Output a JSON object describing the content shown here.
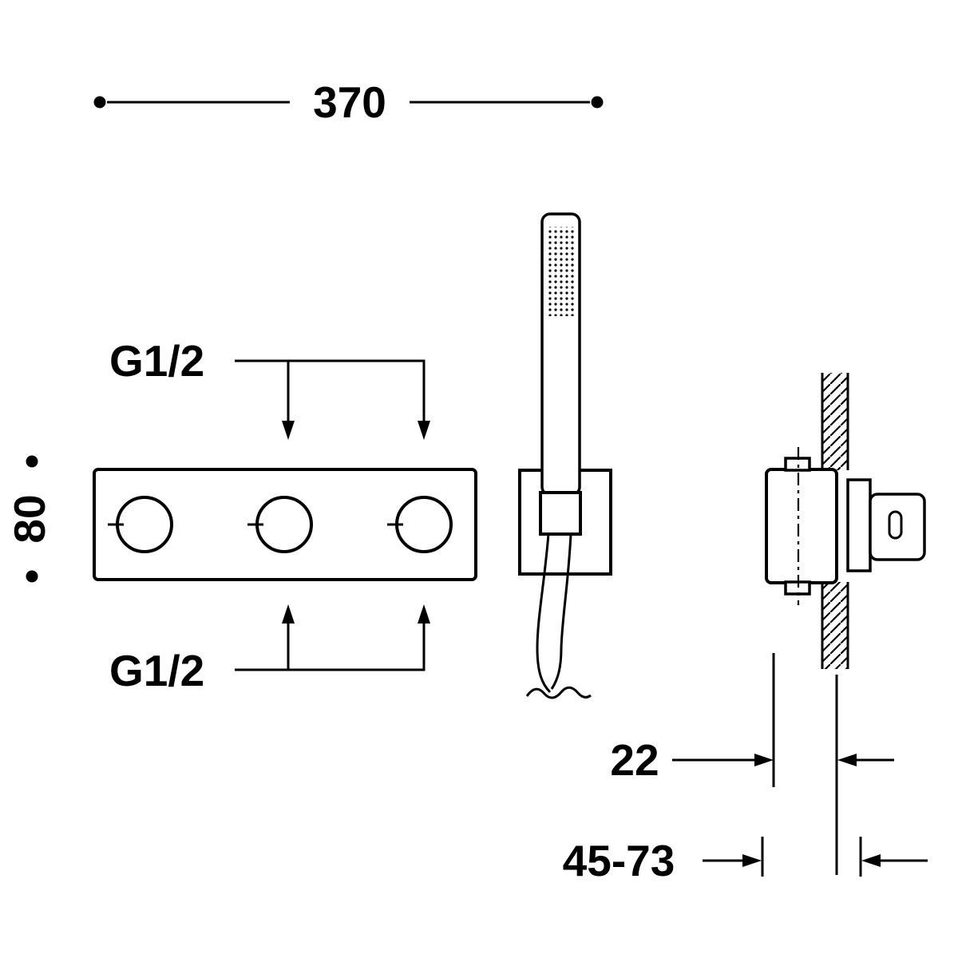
{
  "labels": {
    "dim_width": "370",
    "dim_height": "80",
    "thread_top": "G1/2",
    "thread_bottom": "G1/2",
    "dim_offset": "22",
    "dim_depth_range": "45-73"
  },
  "colors": {
    "line": "#000000",
    "background": "#ffffff"
  }
}
